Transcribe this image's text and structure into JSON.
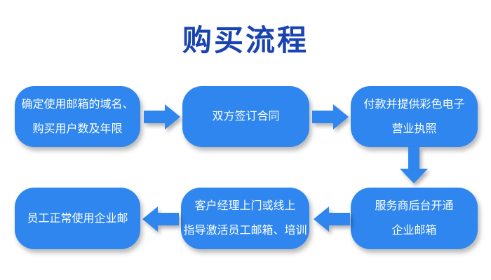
{
  "page": {
    "background_color": "#ffffff"
  },
  "title": {
    "text": "购买流程",
    "color": "#1943B0"
  },
  "flow": {
    "box_color": "#2E86EE",
    "arrow_color": "#2E86EE",
    "text_color": "#ffffff",
    "steps": [
      {
        "order": 1,
        "lines": [
          "确定使用邮箱的域名、",
          "购买用户数及年限"
        ]
      },
      {
        "order": 2,
        "lines": [
          "双方签订合同"
        ]
      },
      {
        "order": 3,
        "lines": [
          "付款并提供彩色电子",
          "营业执照"
        ]
      },
      {
        "order": 4,
        "lines": [
          "服务商后台开通",
          "企业邮箱"
        ]
      },
      {
        "order": 5,
        "lines": [
          "客户经理上门或线上",
          "指导激活员工邮箱、培训"
        ]
      },
      {
        "order": 6,
        "lines": [
          "员工正常使用企业邮"
        ]
      }
    ],
    "arrows": [
      {
        "direction": "right",
        "from_step": 1,
        "to_step": 2
      },
      {
        "direction": "right",
        "from_step": 2,
        "to_step": 3
      },
      {
        "direction": "down",
        "from_step": 3,
        "to_step": 4
      },
      {
        "direction": "left",
        "from_step": 4,
        "to_step": 5
      },
      {
        "direction": "left",
        "from_step": 5,
        "to_step": 6
      }
    ]
  }
}
